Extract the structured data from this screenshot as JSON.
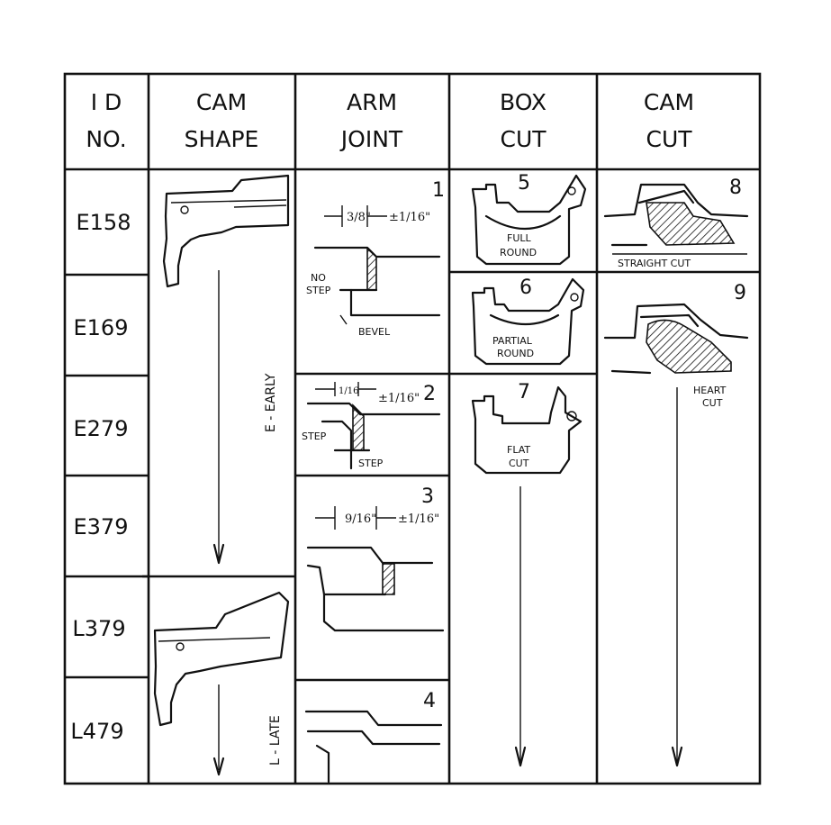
{
  "headers": {
    "id_l1": "I D",
    "id_l2": "NO.",
    "cam_shape_l1": "CAM",
    "cam_shape_l2": "SHAPE",
    "arm_joint_l1": "ARM",
    "arm_joint_l2": "JOINT",
    "box_cut_l1": "BOX",
    "box_cut_l2": "CUT",
    "cam_cut_l1": "CAM",
    "cam_cut_l2": "CUT"
  },
  "rows": [
    "E158",
    "E169",
    "E279",
    "E379",
    "L379",
    "L479"
  ],
  "cam_shape": {
    "early_label": "E - EARLY",
    "late_label": "L - LATE"
  },
  "arm_joint": {
    "j1": {
      "num": "1",
      "dim_a": "3/8\"",
      "dim_b": "±1/16\"",
      "no_step": "NO",
      "no_step2": "STEP",
      "bevel": "BEVEL"
    },
    "j2": {
      "num": "2",
      "dim_a": "1/16",
      "dim_b": "±1/16\"",
      "step_a": "STEP",
      "step_b": "STEP"
    },
    "j3": {
      "num": "3",
      "dim_a": "9/16\"",
      "dim_b": "±1/16\""
    },
    "j4": {
      "num": "4"
    }
  },
  "box_cut": {
    "b5": {
      "num": "5",
      "l1": "FULL",
      "l2": "ROUND"
    },
    "b6": {
      "num": "6",
      "l1": "PARTIAL",
      "l2": "ROUND"
    },
    "b7": {
      "num": "7",
      "l1": "FLAT",
      "l2": "CUT"
    }
  },
  "cam_cut": {
    "c8": {
      "num": "8",
      "label": "STRAIGHT CUT"
    },
    "c9": {
      "num": "9",
      "l1": "HEART",
      "l2": "CUT"
    }
  }
}
